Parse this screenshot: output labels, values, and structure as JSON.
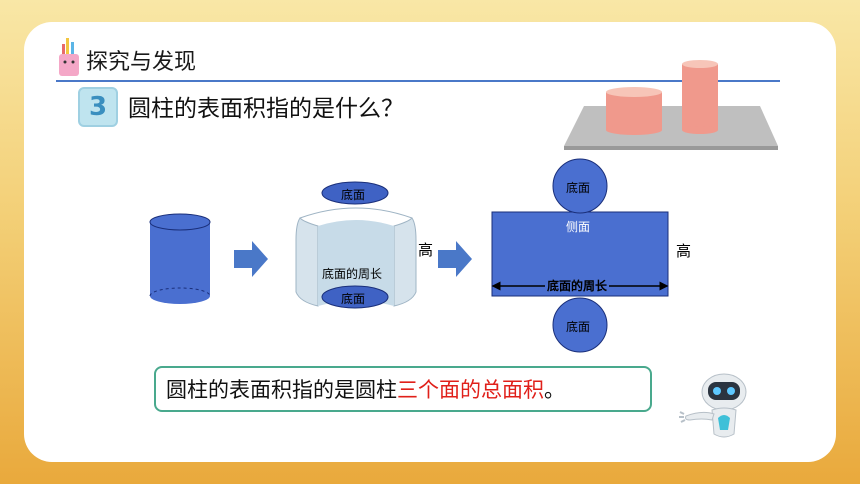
{
  "section": {
    "title": "探究与发现",
    "icon": "pencil-cup-icon"
  },
  "question": {
    "number": "3",
    "text": "圆柱的表面积指的是什么？"
  },
  "diagram": {
    "top_base_label": "底面",
    "bottom_base_label": "底面",
    "perimeter_label": "底面的周长",
    "height_label_1": "高",
    "net": {
      "side_label": "侧面",
      "height_label": "高",
      "perimeter_label": "底面的周长",
      "top_circle_label": "底面",
      "bottom_circle_label": "底面"
    }
  },
  "answer": {
    "prefix": "圆柱的表面积指的是圆柱",
    "highlight": "三个面的总面积",
    "suffix": "。"
  },
  "colors": {
    "accent_blue": "#4a6fd0",
    "answer_red": "#e0201a",
    "answer_border": "#49a98d"
  }
}
